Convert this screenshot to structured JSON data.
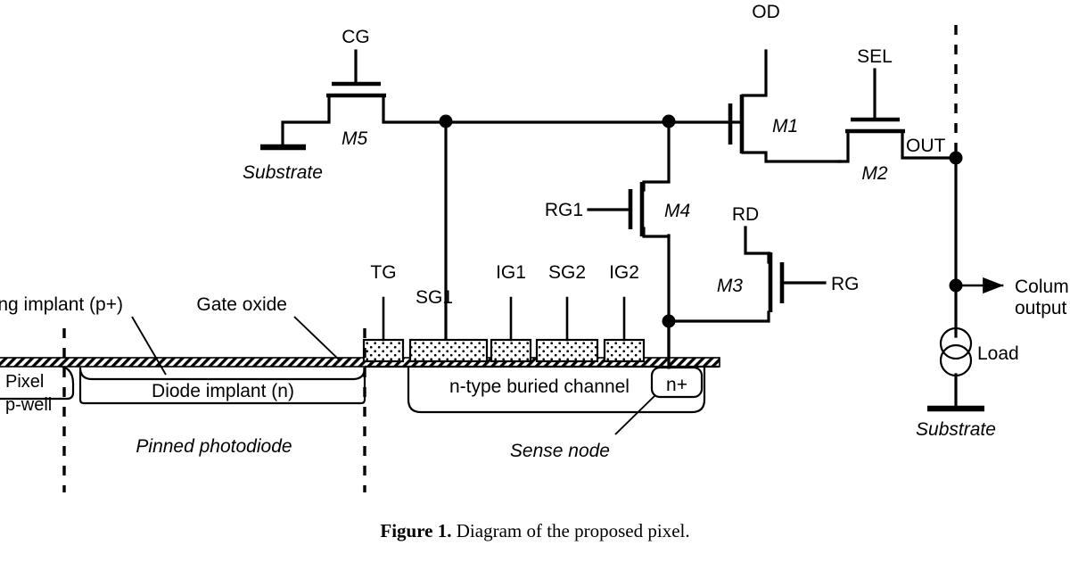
{
  "figure": {
    "caption_label": "Figure 1.",
    "caption_text": " Diagram of the proposed pixel."
  },
  "schematic": {
    "signals": {
      "cg": "CG",
      "od": "OD",
      "sel": "SEL",
      "out": "OUT",
      "rg1": "RG1",
      "rd": "RD",
      "rg": "RG",
      "tg": "TG",
      "sg1": "SG1",
      "ig1": "IG1",
      "sg2": "SG2",
      "ig2": "IG2"
    },
    "devices": {
      "m1": "M1",
      "m2": "M2",
      "m3": "M3",
      "m4": "M4",
      "m5": "M5"
    },
    "terminals": {
      "substrate_left": "Substrate",
      "substrate_right": "Substrate",
      "load": "Load",
      "column_output_line1": "Column",
      "column_output_line2": "output"
    },
    "cross_section": {
      "pinning_implant": "Pinning implant (p+)",
      "gate_oxide": "Gate oxide",
      "pixel_pwell_line1": "Pixel",
      "pixel_pwell_line2": "p-well",
      "diode_implant": "Diode implant (n)",
      "pinned_photodiode": "Pinned photodiode",
      "buried_channel": "n-type buried channel",
      "n_plus": "n+",
      "sense_node": "Sense node"
    },
    "colors": {
      "ink": "#000000",
      "background": "#ffffff"
    }
  }
}
